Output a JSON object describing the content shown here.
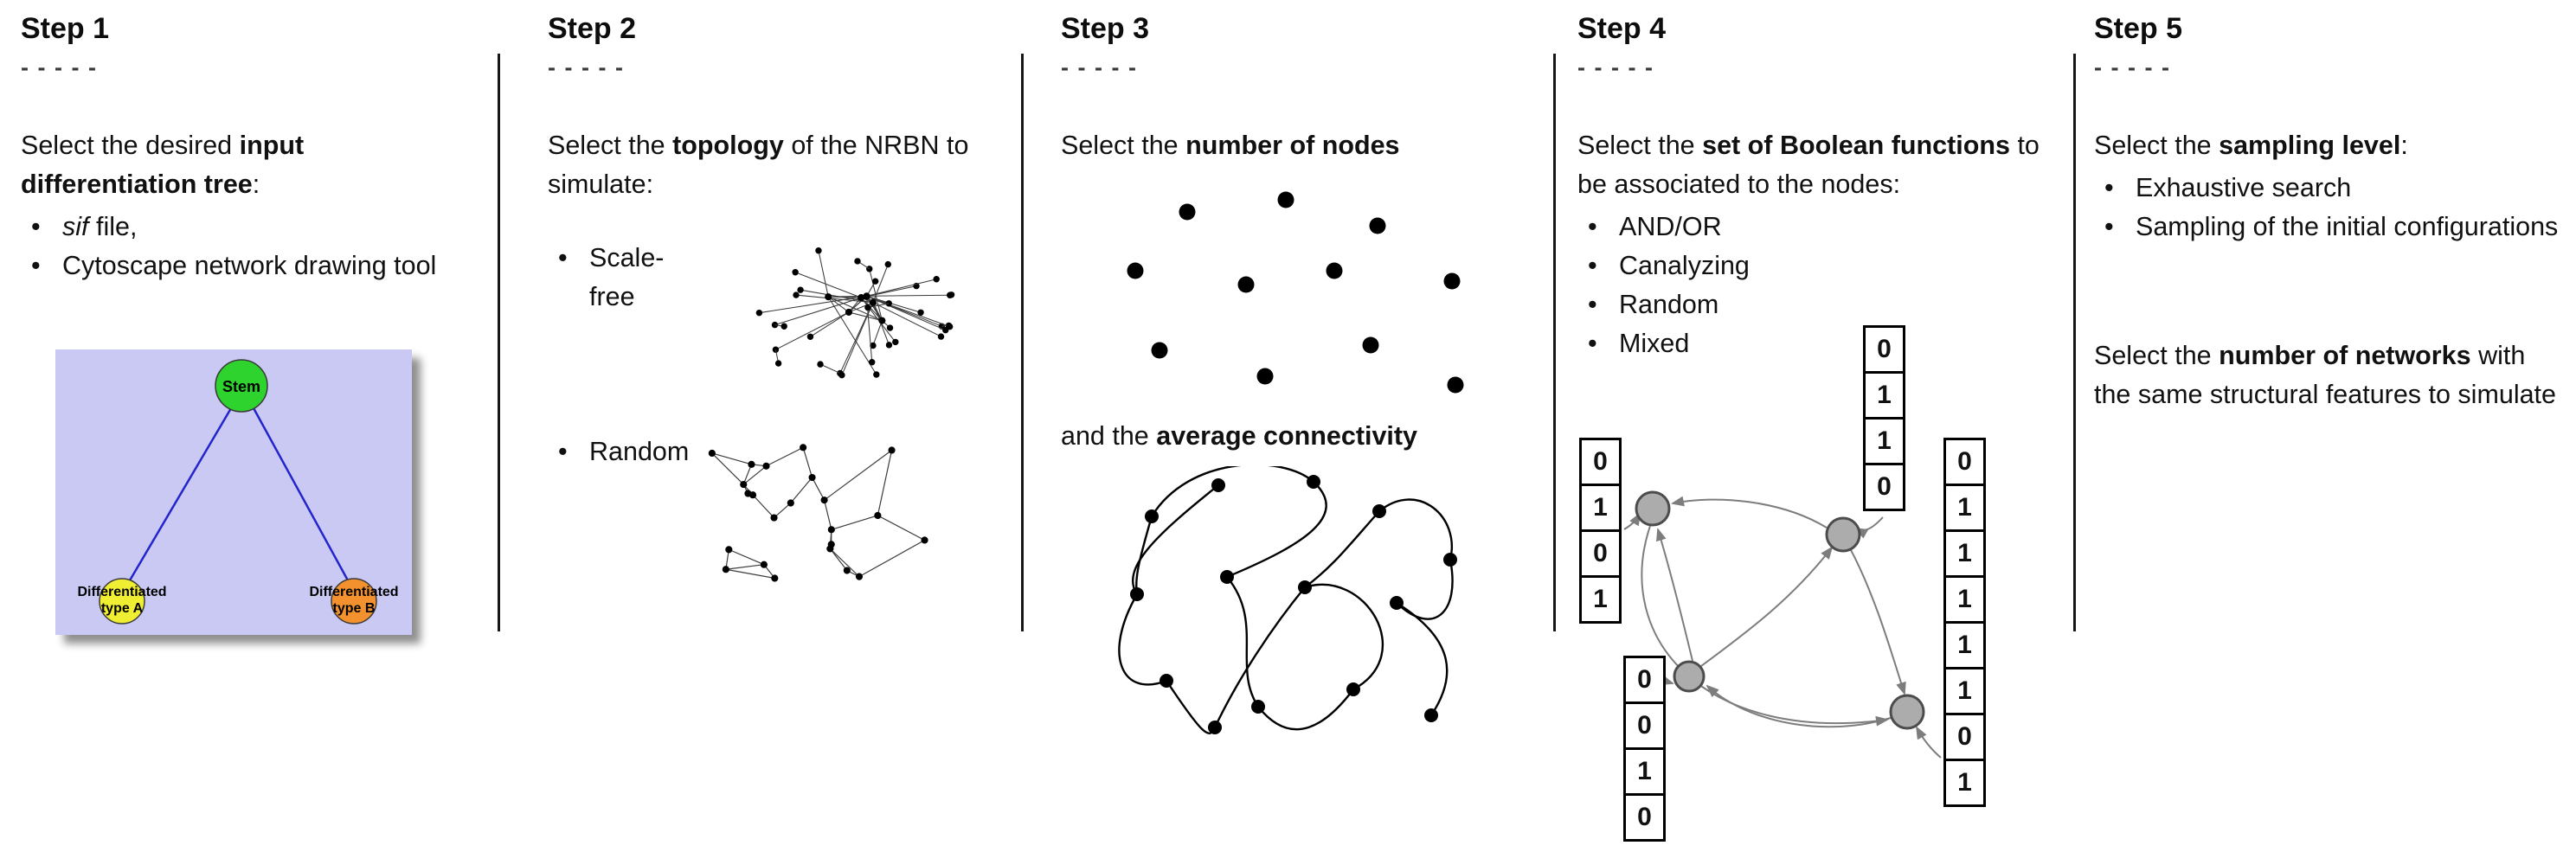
{
  "steps": [
    {
      "title": "Step 1",
      "dashes": "- - - - -",
      "intro": {
        "pre": "Select the desired ",
        "bold": "input differentiation tree",
        "post": ":"
      },
      "bullets": [
        {
          "italic": "sif",
          "text": " file,"
        },
        {
          "text": "Cytoscape network drawing tool"
        }
      ],
      "tree": {
        "stem": "Stem",
        "a_line1": "Differentiated",
        "a_line2": "type A",
        "b_line1": "Differentiated",
        "b_line2": "type B",
        "colors": {
          "bg": "#c9c9f4",
          "stem": "#2ed32e",
          "type_a": "#f0ee33",
          "type_b": "#f2912d",
          "edge": "#2424cc"
        }
      }
    },
    {
      "title": "Step 2",
      "dashes": "- - - - -",
      "intro": {
        "pre": "Select the ",
        "bold": "topology",
        "post": " of the NRBN to simulate:"
      },
      "bullets": [
        {
          "text": "Scale-free"
        },
        {
          "text": "Random"
        }
      ]
    },
    {
      "title": "Step 3",
      "dashes": "- - - - -",
      "intro": {
        "pre": "Select the ",
        "bold": "number of nodes",
        "post": ""
      },
      "intro2": {
        "pre": "and the ",
        "bold": "average connectivity",
        "post": ""
      }
    },
    {
      "title": "Step 4",
      "dashes": "- - - - -",
      "intro": {
        "pre": "Select the ",
        "bold": "set of Boolean functions",
        "post": " to be associated to the nodes:"
      },
      "bullets": [
        {
          "text": "AND/OR"
        },
        {
          "text": "Canalyzing"
        },
        {
          "text": "Random"
        },
        {
          "text": "Mixed"
        }
      ],
      "truth_tables": {
        "top": [
          "0",
          "1",
          "1",
          "0"
        ],
        "left": [
          "0",
          "1",
          "0",
          "1"
        ],
        "right": [
          "0",
          "1",
          "1",
          "1",
          "1",
          "1",
          "0",
          "1"
        ],
        "bottom_left": [
          "0",
          "0",
          "1",
          "0"
        ]
      }
    },
    {
      "title": "Step 5",
      "dashes": "- - - - -",
      "intro": {
        "pre": "Select the ",
        "bold": "sampling level",
        "post": ":"
      },
      "bullets": [
        {
          "text": "Exhaustive search"
        },
        {
          "text": "Sampling of the initial configurations"
        }
      ],
      "para2": {
        "pre": "Select the ",
        "bold": "number of networks",
        "post": " with the same structural features to simulate"
      }
    }
  ]
}
